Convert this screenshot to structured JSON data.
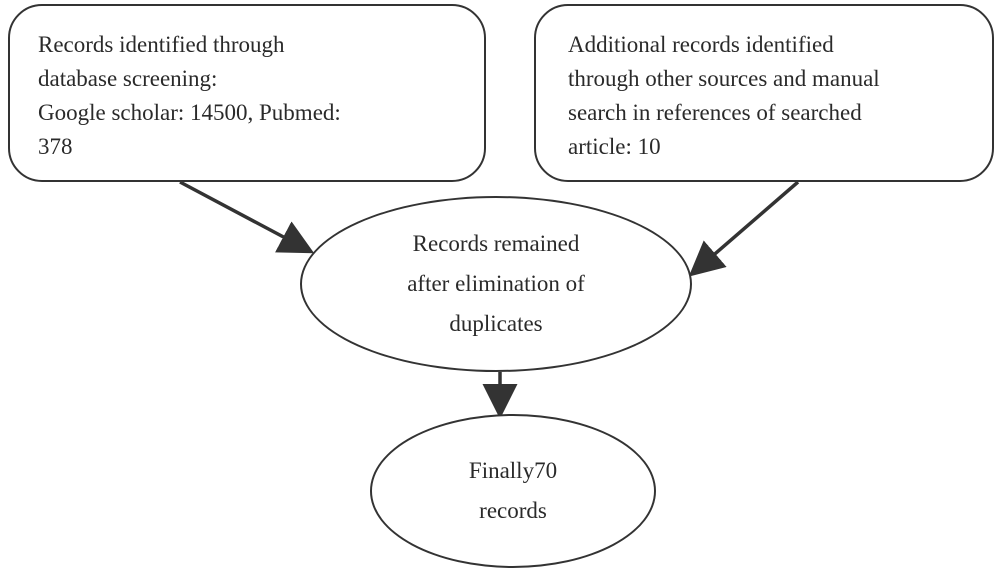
{
  "nodes": {
    "database_records": {
      "lines": [
        "Records identified through",
        "database screening:",
        "Google scholar: 14500, Pubmed:",
        "378"
      ]
    },
    "additional_records": {
      "lines": [
        "Additional records identified",
        "through other sources and manual",
        "search in references of searched",
        "article: 10"
      ]
    },
    "after_duplicates": {
      "lines": [
        "Records remained",
        "after elimination of",
        "duplicates"
      ]
    },
    "final_records": {
      "lines": [
        "Finally70",
        "records"
      ]
    }
  },
  "colors": {
    "stroke": "#333333",
    "text": "#2a2a2a",
    "background": "#ffffff"
  }
}
